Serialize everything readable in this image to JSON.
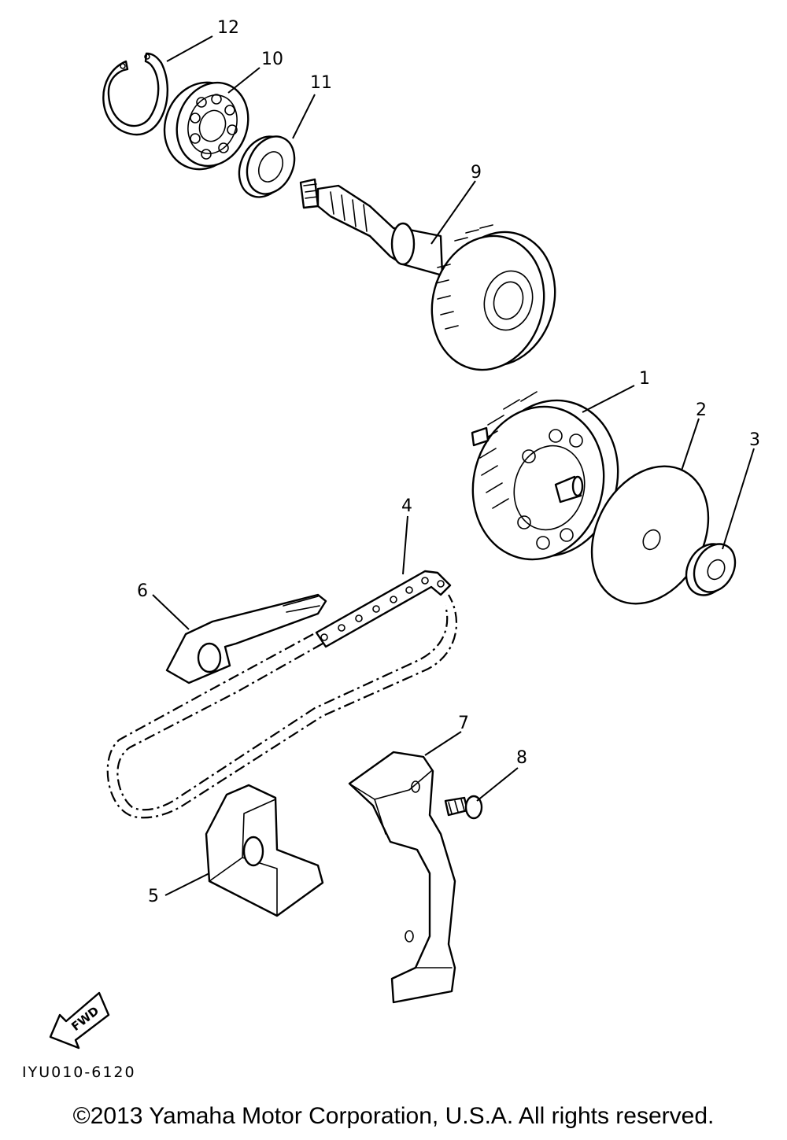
{
  "callouts": {
    "c1": "1",
    "c2": "2",
    "c3": "3",
    "c4": "4",
    "c5": "5",
    "c6": "6",
    "c7": "7",
    "c8": "8",
    "c9": "9",
    "c10": "10",
    "c11": "11",
    "c12": "12"
  },
  "fwd_label": "FWD",
  "doc_code": "IYU010-6120",
  "copyright": "©2013 Yamaha Motor Corporation, U.S.A. All rights reserved.",
  "icons": {
    "fwd": "fwd-arrow-icon"
  }
}
